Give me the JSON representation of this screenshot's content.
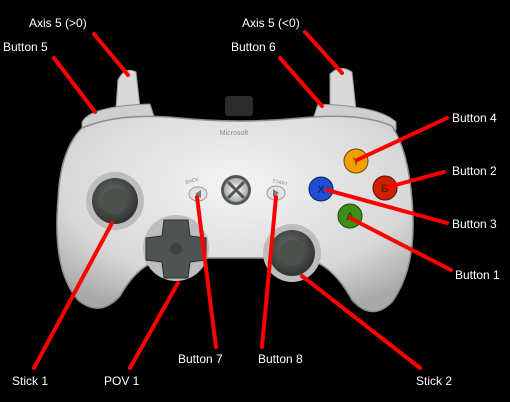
{
  "colors": {
    "background": "#000000",
    "leader_line": "#ff0000",
    "label_text": "#ffffff",
    "controller_body": "#e6e6e6",
    "button_y": "#f0a000",
    "button_b": "#cc2200",
    "button_x": "#1f4fd0",
    "button_a": "#3d8f1a"
  },
  "labels": {
    "axis5_pos": "Axis 5 (>0)",
    "axis5_neg": "Axis 5 (<0)",
    "button5": "Button 5",
    "button6": "Button 6",
    "button4": "Button 4",
    "button2": "Button 2",
    "button3": "Button 3",
    "button1": "Button 1",
    "button7": "Button 7",
    "button8": "Button 8",
    "stick1": "Stick 1",
    "pov1": "POV 1",
    "stick2": "Stick 2"
  },
  "controller": {
    "face_letters": {
      "y": "Y",
      "b": "B",
      "x": "X",
      "a": "A"
    },
    "back_text": "BACK",
    "start_text": "START",
    "brand_text": "Microsoft"
  }
}
